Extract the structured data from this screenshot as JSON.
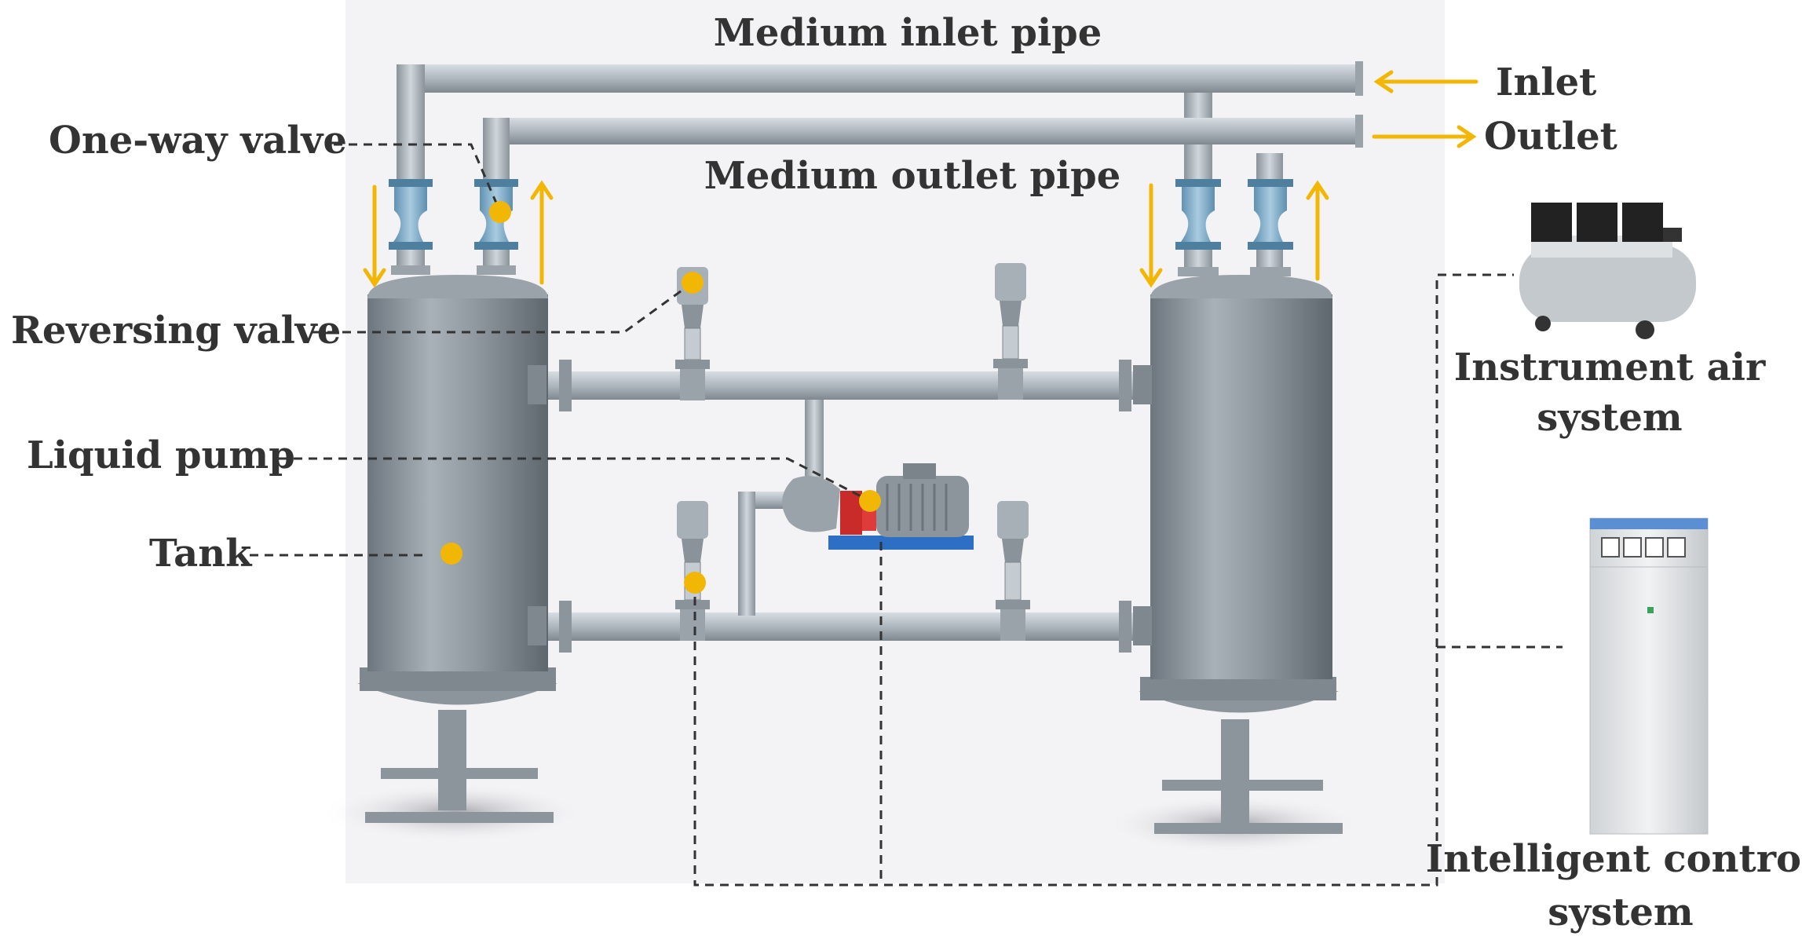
{
  "labels": {
    "medium_inlet_pipe": "Medium inlet pipe",
    "medium_outlet_pipe": "Medium outlet pipe",
    "inlet": "Inlet",
    "outlet": "Outlet",
    "one_way_valve": "One-way valve",
    "reversing_valve": "Reversing valve",
    "liquid_pump": "Liquid pump",
    "tank": "Tank",
    "instrument_air_line1": "Instrument air",
    "instrument_air_line2": "system",
    "control_line1": "Intelligent control",
    "control_line2": "system"
  },
  "colors": {
    "marker": "#f2b705",
    "arrow": "#f2b705",
    "pipe": "#b9c2c9",
    "tank": "#8e979f",
    "valve": "#6f9fbf",
    "pump_motor": "#8c959c",
    "pump_coupling": "#d42a2a",
    "pump_base": "#2d6fc4",
    "leader_line": "#333333"
  },
  "icons": [
    "tank-icon",
    "one-way-valve-icon",
    "reversing-valve-icon",
    "liquid-pump-icon",
    "air-compressor-icon",
    "control-cabinet-icon"
  ]
}
